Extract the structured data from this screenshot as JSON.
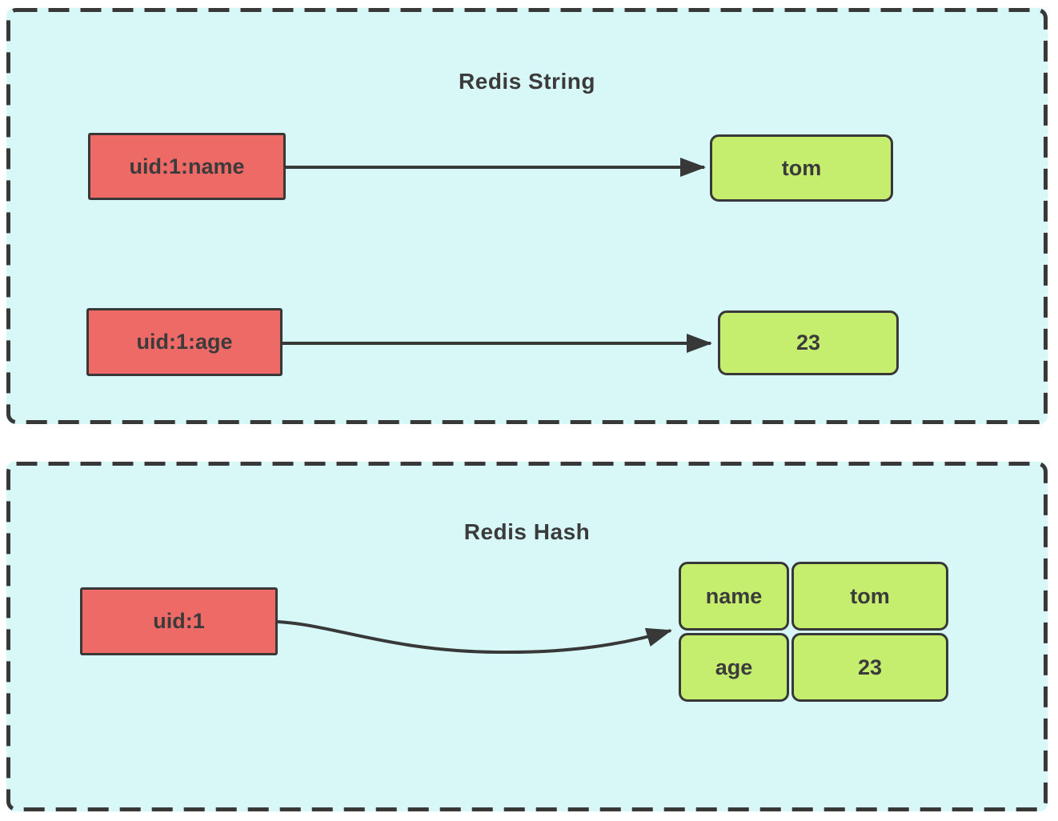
{
  "colors": {
    "panel-bg": "#d8f8f7",
    "key-box": "#ee6a66",
    "value-box": "#c6ee6e",
    "ink": "#383838",
    "text": "#3b3b3b"
  },
  "string_panel": {
    "title": "Redis String",
    "pairs": [
      {
        "key": "uid:1:name",
        "value": "tom"
      },
      {
        "key": "uid:1:age",
        "value": "23"
      }
    ]
  },
  "hash_panel": {
    "title": "Redis Hash",
    "key": "uid:1",
    "fields": [
      {
        "field": "name",
        "value": "tom"
      },
      {
        "field": "age",
        "value": "23"
      }
    ]
  }
}
